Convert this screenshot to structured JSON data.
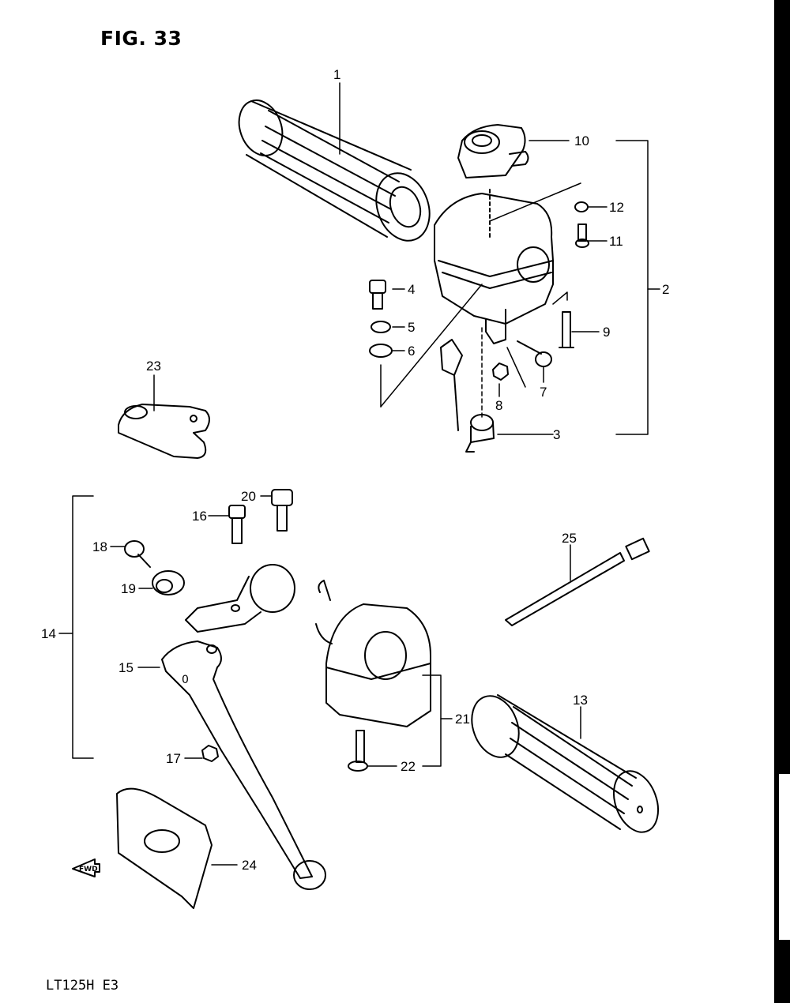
{
  "title": "FIG. 33",
  "model_code": "LT125H E3",
  "fwd_label": "FWD",
  "callouts": {
    "c1": "1",
    "c2": "2",
    "c3": "3",
    "c4": "4",
    "c5": "5",
    "c6": "6",
    "c7": "7",
    "c8": "8",
    "c9": "9",
    "c10": "10",
    "c11": "11",
    "c12": "12",
    "c13": "13",
    "c14": "14",
    "c15": "15",
    "c16": "16",
    "c17": "17",
    "c18": "18",
    "c19": "19",
    "c20": "20",
    "c21": "21",
    "c22": "22",
    "c23": "23",
    "c24": "24",
    "c25": "25"
  }
}
